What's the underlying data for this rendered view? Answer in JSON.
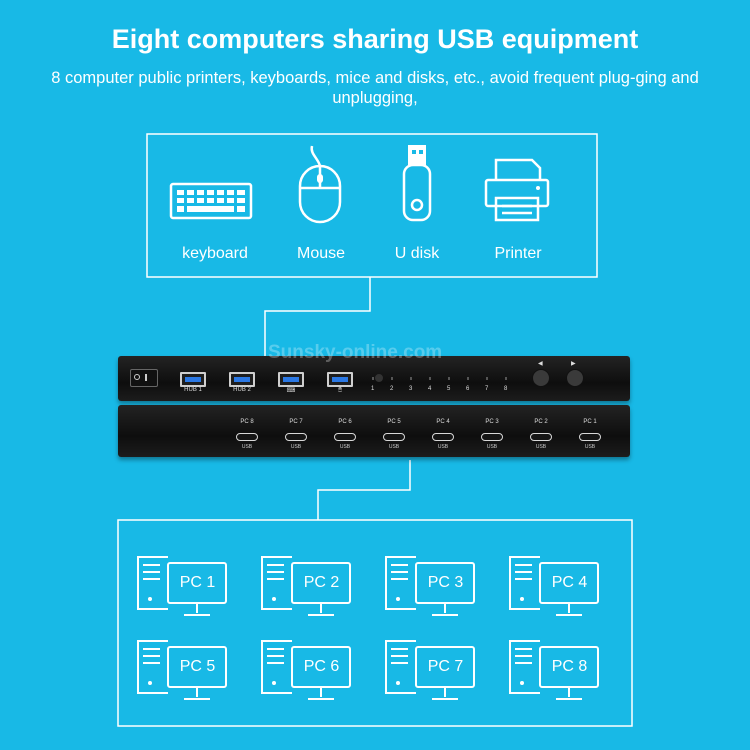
{
  "title": "Eight computers sharing USB equipment",
  "subtitle": "8 computer public printers, keyboards, mice and disks, etc., avoid frequent plug-ging and unplugging,",
  "peripherals": [
    {
      "icon": "keyboard-icon",
      "label": "keyboard"
    },
    {
      "icon": "mouse-icon",
      "label": "Mouse"
    },
    {
      "icon": "usb-disk-icon",
      "label": "U disk"
    },
    {
      "icon": "printer-icon",
      "label": "Printer"
    }
  ],
  "watermark": "Sunsky-online.com",
  "device_top": {
    "ports": [
      "HUB 1",
      "HUB 2",
      "⌨",
      "🖱"
    ],
    "channel_numbers": [
      "1",
      "2",
      "3",
      "4",
      "5",
      "6",
      "7",
      "8"
    ],
    "buttons": [
      "◀",
      "▶"
    ]
  },
  "device_bottom": {
    "ports": [
      {
        "pc": "PC 8",
        "usb": "USB"
      },
      {
        "pc": "PC 7",
        "usb": "USB"
      },
      {
        "pc": "PC 6",
        "usb": "USB"
      },
      {
        "pc": "PC 5",
        "usb": "USB"
      },
      {
        "pc": "PC 4",
        "usb": "USB"
      },
      {
        "pc": "PC 3",
        "usb": "USB"
      },
      {
        "pc": "PC 2",
        "usb": "USB"
      },
      {
        "pc": "PC 1",
        "usb": "USB"
      }
    ]
  },
  "computers": [
    "PC 1",
    "PC 2",
    "PC 3",
    "PC 4",
    "PC 5",
    "PC 6",
    "PC 7",
    "PC 8"
  ],
  "colors": {
    "background": "#18b9e6",
    "outline": "#ffffff",
    "usb_blue": "#2b78e4"
  }
}
